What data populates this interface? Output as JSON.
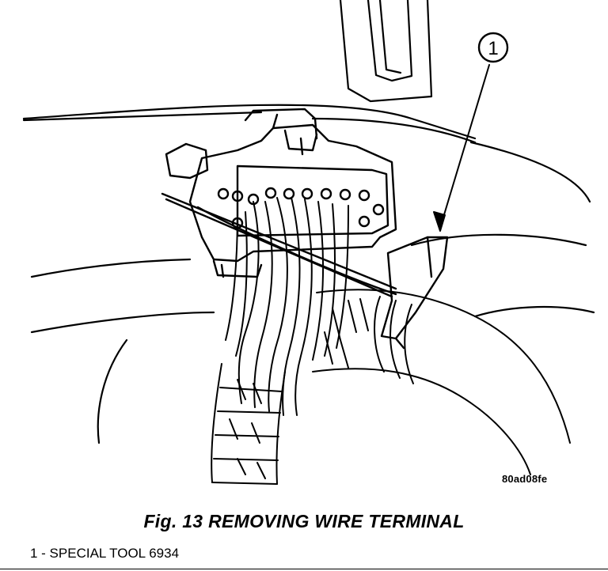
{
  "figure": {
    "reference_id": "80ad08fe",
    "caption": "Fig. 13 REMOVING WIRE TERMINAL",
    "callouts": [
      {
        "number": "1",
        "label": "SPECIAL TOOL 6934"
      }
    ],
    "legend": {
      "line_1": "1 - SPECIAL TOOL 6934"
    }
  }
}
